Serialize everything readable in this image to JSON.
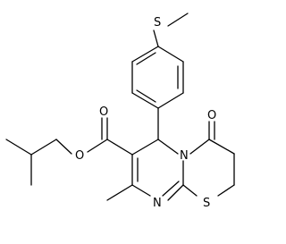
{
  "structure": {
    "atom_labels": {
      "s_methylthio": "S",
      "o_carbonyl_ester": "O",
      "o_ester": "O",
      "o_ketone": "O",
      "n_ring": "N",
      "n_pyrimidine": "N",
      "s_ring": "S"
    }
  }
}
